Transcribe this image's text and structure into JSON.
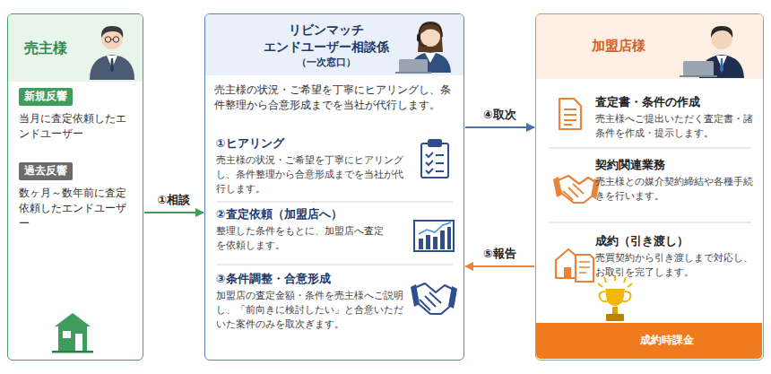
{
  "diagram": {
    "nodes": [
      {
        "text": [
          "売主様"
        ]
      },
      {
        "text": [
          "新規反響",
          "当月に査定依頼したエンドユーザー"
        ],
        "in": 0
      },
      {
        "text": [
          "過去反響",
          "数ヶ月～数年前に査定依頼したエンドユーザー"
        ],
        "in": 0
      },
      {
        "text": [
          "リビンマッチ エンドユーザー相談係",
          "（一次窓口）",
          "売主様の状況・ご希望を丁寧にヒアリングし、条件整理から合意形成までを当社が代行します。"
        ]
      },
      {
        "text": [
          "①ヒアリング",
          "売主様の状況・ご希望を丁寧にヒアリングし、条件整理から合意形成までを当社が代行します。"
        ],
        "in": 3
      },
      {
        "text": [
          "②査定依頼（加盟店へ）",
          "整理した条件をもとに、加盟店へ査定を依頼します。"
        ],
        "in": 3
      },
      {
        "text": [
          "③条件調整・合意形成",
          "加盟店の査定金額・条件を売主様へご説明し、「前向きに検討したい」と合意いただいた案件のみを取次ぎます。"
        ],
        "in": 3
      },
      {
        "text": [
          "加盟店様"
        ]
      },
      {
        "text": [
          "査定書・条件の作成",
          "売主様へご提出いただく査定書・諸条件を作成・提示します。"
        ],
        "in": 7
      },
      {
        "text": [
          "契約関連業務",
          "売主様との媒介契約締結や各種手続きを行います。"
        ],
        "in": 7
      },
      {
        "text": [
          "成約（引き渡し）",
          "売買契約から引き渡しまで対応し、お取引を完了します。"
        ],
        "in": 7
      },
      {
        "text": [
          "成約時課金"
        ],
        "in": 7
      }
    ],
    "edges": [
      {
        "from": 0,
        "to": 3,
        "label": "①相談",
        "arrow": "to"
      },
      {
        "from": 3,
        "to": 7,
        "label": "④取次",
        "arrow": "to"
      },
      {
        "from": 7,
        "to": 3,
        "label": "⑤報告",
        "arrow": "to"
      }
    ]
  }
}
